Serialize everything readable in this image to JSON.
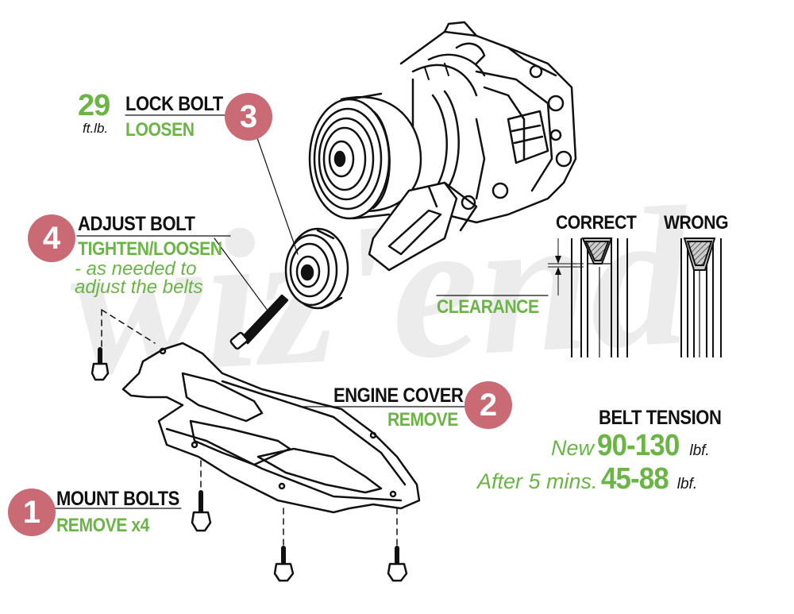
{
  "watermark": "wiz'end",
  "lock_bolt": {
    "step": "3",
    "torque_value": "29",
    "torque_unit": "ft.lb.",
    "title": "LOCK BOLT",
    "action": "LOOSEN"
  },
  "adjust_bolt": {
    "step": "4",
    "title": "ADJUST BOLT",
    "action": "TIGHTEN/LOOSEN",
    "note_line1": "- as needed to",
    "note_line2": "adjust the belts"
  },
  "engine_cover": {
    "step": "2",
    "title": "ENGINE COVER",
    "action": "REMOVE"
  },
  "mount_bolts": {
    "step": "1",
    "title": "MOUNT BOLTS",
    "action": "REMOVE x4"
  },
  "belt_fit": {
    "correct": "CORRECT",
    "wrong": "WRONG",
    "clearance": "CLEARANCE"
  },
  "belt_tension": {
    "title": "BELT TENSION",
    "new_label": "New",
    "new_value": "90-130",
    "new_unit": "lbf.",
    "after_label": "After 5 mins.",
    "after_value": "45-88",
    "after_unit": "lbf."
  },
  "colors": {
    "badge": "#c96a74",
    "green": "#6ab545",
    "text": "#111111",
    "watermark": "#ececec"
  }
}
